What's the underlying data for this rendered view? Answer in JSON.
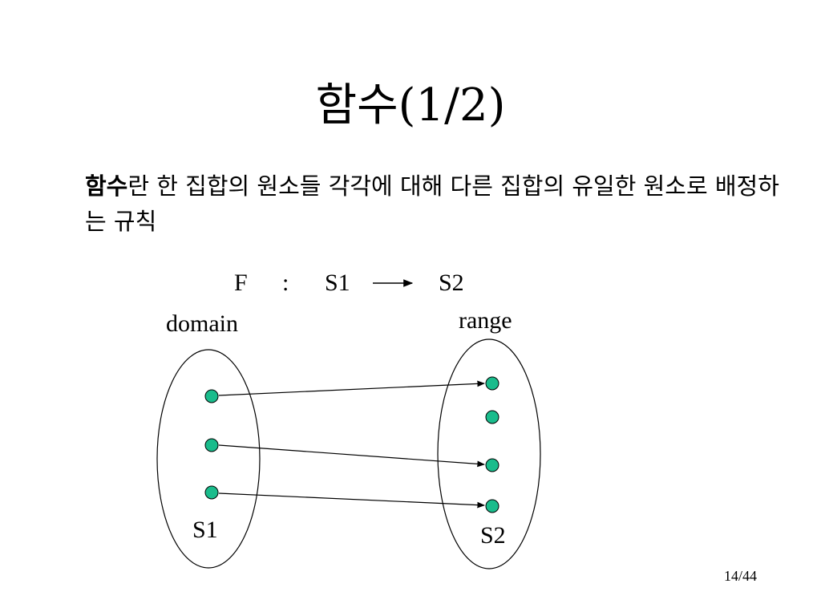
{
  "slide": {
    "title_korean": "함수",
    "title_suffix": "(1/2)",
    "definition": {
      "term": "함수",
      "text": "란 한 집합의 원소들 각각에 대해 다른 집합의 유일한 원소로 배정하는 규칙"
    },
    "notation": {
      "function_name": "F",
      "colon": ":",
      "source_set": "S1",
      "target_set": "S2"
    },
    "labels": {
      "domain": "domain",
      "range": "range",
      "domain_set": "S1",
      "range_set": "S2"
    },
    "mapping": {
      "domain_elements": [
        "d1",
        "d2",
        "d3"
      ],
      "range_elements": [
        "r1",
        "r2",
        "r3",
        "r4"
      ],
      "arrows": [
        {
          "from": "d1",
          "to": "r1"
        },
        {
          "from": "d2",
          "to": "r3"
        },
        {
          "from": "d3",
          "to": "r4"
        }
      ]
    },
    "colors": {
      "element_fill": "#1abc8c",
      "element_stroke": "#000000",
      "line": "#000000"
    },
    "page_number": "14/44"
  }
}
